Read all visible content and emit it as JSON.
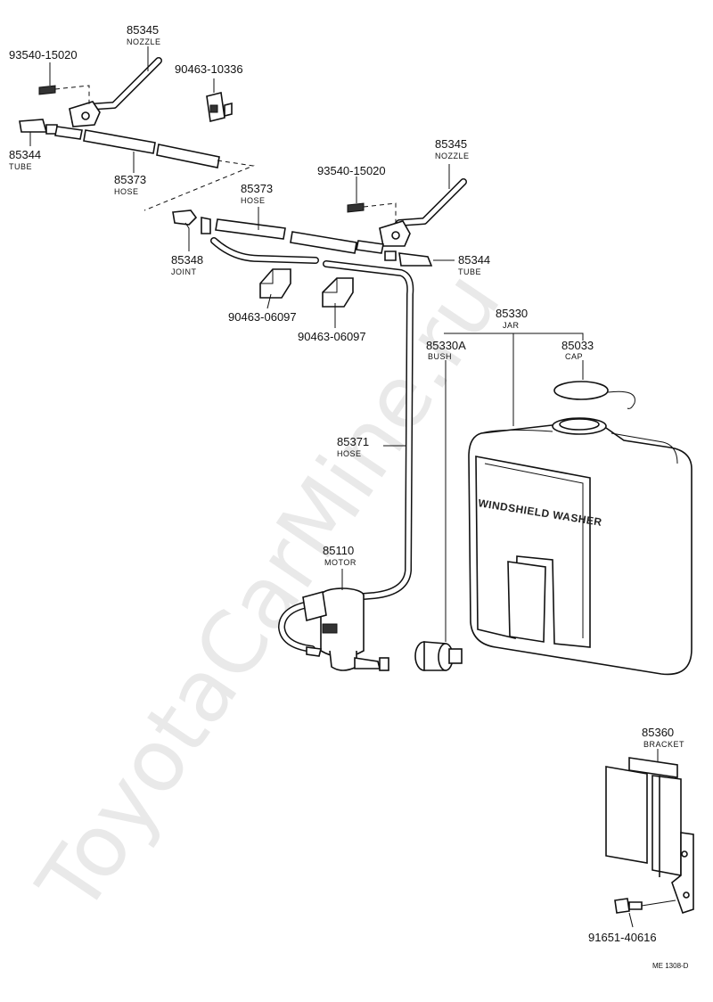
{
  "watermark": "ToyotaCarMine.ru",
  "diagram_ref": "ME 1308-D",
  "jar_inscription": "WINDSHIELD WASHER",
  "labels": {
    "nozzle_left": {
      "number": "85345",
      "name": "NOZZLE"
    },
    "screw_left": {
      "number": "93540-15020"
    },
    "clamp_top": {
      "number": "90463-10336"
    },
    "tube_left": {
      "number": "85344",
      "name": "TUBE"
    },
    "hose_left": {
      "number": "85373",
      "name": "HOSE"
    },
    "nozzle_right": {
      "number": "85345",
      "name": "NOZZLE"
    },
    "screw_right": {
      "number": "93540-15020"
    },
    "hose_mid": {
      "number": "85373",
      "name": "HOSE"
    },
    "joint": {
      "number": "85348",
      "name": "JOINT"
    },
    "tube_right": {
      "number": "85344",
      "name": "TUBE"
    },
    "clamp_a": {
      "number": "90463-06097"
    },
    "clamp_b": {
      "number": "90463-06097"
    },
    "jar": {
      "number": "85330",
      "name": "JAR"
    },
    "bush": {
      "number": "85330A",
      "name": "BUSH"
    },
    "cap": {
      "number": "85033",
      "name": "CAP"
    },
    "hose_long": {
      "number": "85371",
      "name": "HOSE"
    },
    "motor": {
      "number": "85110",
      "name": "MOTOR"
    },
    "bracket": {
      "number": "85360",
      "name": "BRACKET"
    },
    "bolt": {
      "number": "91651-40616"
    }
  }
}
